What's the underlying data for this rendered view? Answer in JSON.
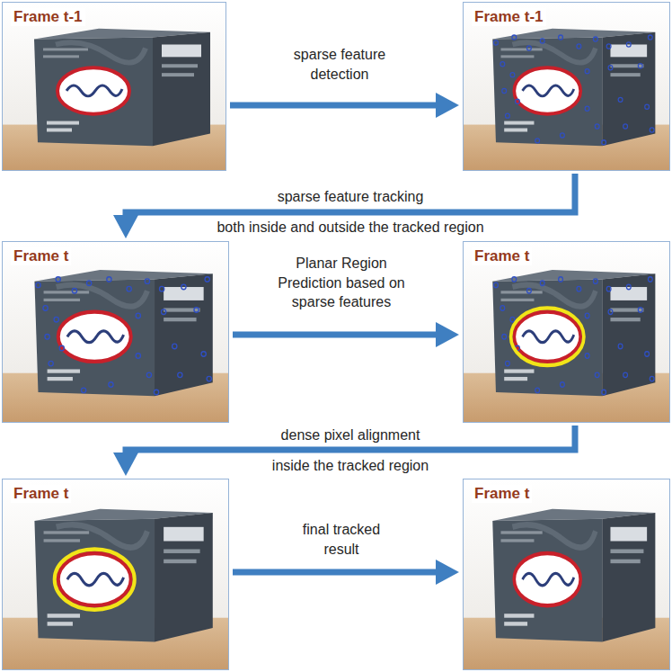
{
  "diagram": {
    "nodes": [
      {
        "text": [
          "Frame t-1"
        ]
      },
      {
        "text": [
          "Frame t-1"
        ]
      },
      {
        "text": [
          "Frame t"
        ]
      },
      {
        "text": [
          "Frame t"
        ]
      },
      {
        "text": [
          "Frame t"
        ]
      },
      {
        "text": [
          "Frame t"
        ]
      }
    ],
    "edges": [
      {
        "from": 0,
        "to": 1,
        "arrow": "to",
        "label": "sparse feature detection"
      },
      {
        "from": 1,
        "to": 2,
        "arrow": "to",
        "label": "sparse feature tracking"
      },
      {
        "from": 2,
        "to": 3,
        "arrow": "to",
        "label": "Planar Region Prediction based on sparse features"
      },
      {
        "from": 3,
        "to": 4,
        "arrow": "to",
        "label": "dense pixel alignment"
      },
      {
        "from": 4,
        "to": 5,
        "arrow": "to",
        "label": "final tracked result"
      }
    ],
    "labels": [
      "both inside and outside the tracked region",
      "inside the tracked region"
    ]
  }
}
